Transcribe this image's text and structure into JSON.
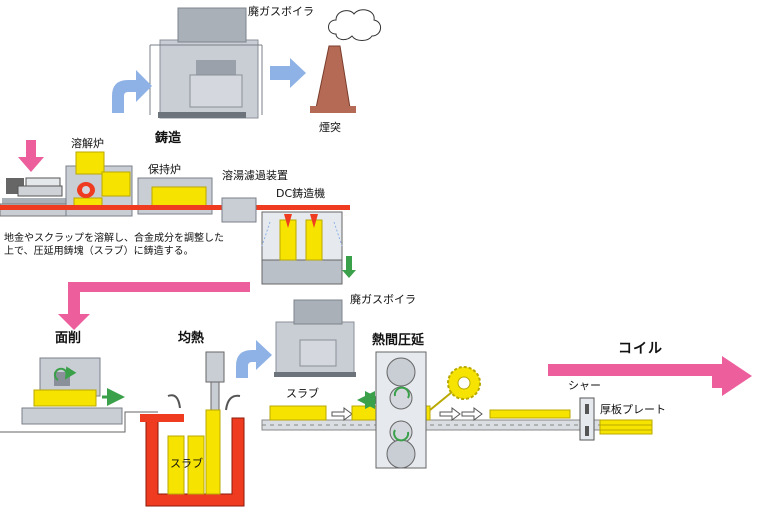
{
  "labels": {
    "boiler_top": "廃ガスボイラ",
    "chimney": "煙突",
    "casting": "鋳造",
    "melting_furnace": "溶解炉",
    "holding_furnace": "保持炉",
    "filter": "溶湯濾過装置",
    "dc_caster": "DC鋳造機",
    "scalping": "面削",
    "soaking": "均熱",
    "boiler_mid": "廃ガスボイラ",
    "hot_rolling": "熱間圧延",
    "coil": "コイル",
    "slab_pit": "スラブ",
    "slab_line": "スラブ",
    "shear": "シャー",
    "thick_plate": "厚板プレート"
  },
  "description_lines": [
    "地金やスクラップを溶解し、合金成分を調整した",
    "上で、圧延用鋳塊（スラブ）に鋳造する。"
  ],
  "colors": {
    "pink_arrow": "#ec5f9c",
    "blue_arrow": "#8fb2e6",
    "green_arrow": "#3aa04a",
    "furnace_yellow": "#f6e400",
    "molten_red": "#ef3b1f",
    "chimney_brown": "#b56a55",
    "machine_gray": "#c9cdd4"
  }
}
